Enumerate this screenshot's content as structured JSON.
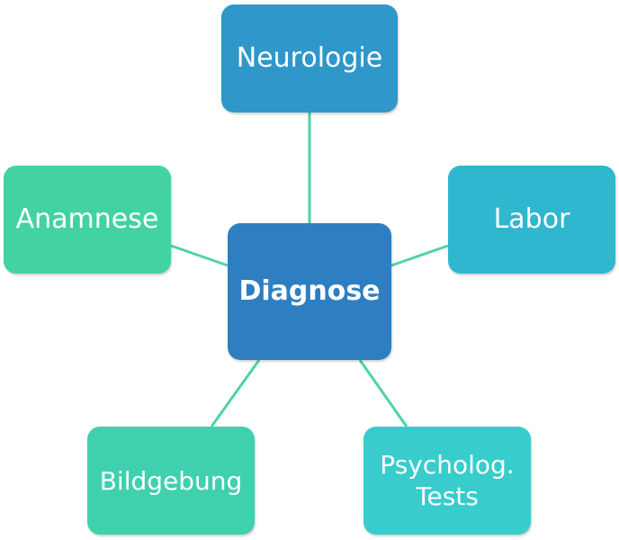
{
  "diagram": {
    "center": {
      "label": "Diagnose",
      "color": "#2e7fc1"
    },
    "nodes": {
      "neurologie": {
        "label": "Neurologie",
        "color": "#2f97c9"
      },
      "anamnese": {
        "label": "Anamnese",
        "color": "#43d3a0"
      },
      "labor": {
        "label": "Labor",
        "color": "#2fb7cf"
      },
      "bildgebung": {
        "label": "Bildgebung",
        "color": "#3fd0ad"
      },
      "psycholog_tests": {
        "line1": "Psycholog.",
        "line2": "Tests",
        "color": "#38cccc"
      }
    },
    "connector_color": "#4fd3a8"
  }
}
